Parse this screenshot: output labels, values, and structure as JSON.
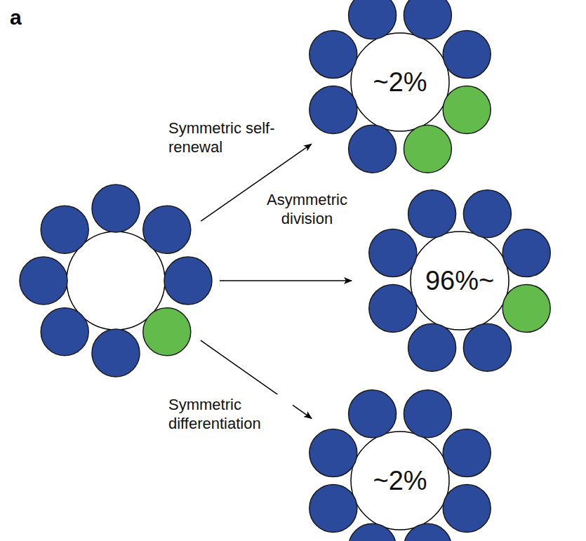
{
  "diagram": {
    "nodes": [
      {
        "text": []
      },
      {
        "text": [
          "~2%"
        ]
      },
      {
        "text": [
          "96%~"
        ]
      },
      {
        "text": [
          "~2%"
        ]
      }
    ],
    "edges": [
      {
        "from": 0,
        "to": 1,
        "arrow": "to",
        "label": "Symmetric self-renewal"
      },
      {
        "from": 0,
        "to": 2,
        "arrow": "to",
        "label": "Asymmetric division"
      },
      {
        "from": 0,
        "to": 3,
        "arrow": "to",
        "label": "Symmetric differentiation"
      }
    ],
    "labels": [
      "a"
    ]
  }
}
